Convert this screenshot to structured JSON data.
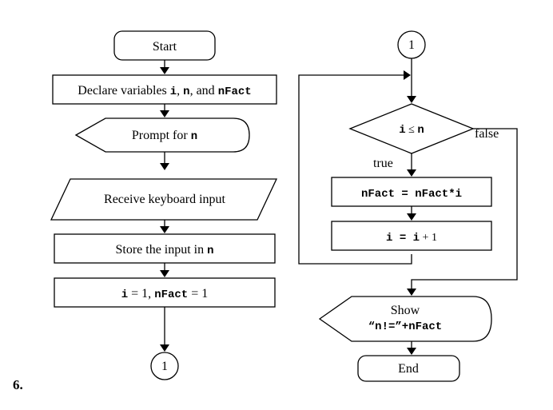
{
  "problem_number": "6.",
  "left": {
    "start": "Start",
    "declare": {
      "prefix": "Declare variables ",
      "v1": "i",
      "sep1": ", ",
      "v2": "n",
      "sep2": ",  and ",
      "v3": "nFact"
    },
    "prompt": {
      "prefix": "Prompt for ",
      "var": "n"
    },
    "receive": "Receive keyboard input",
    "store": {
      "prefix": "Store the input in ",
      "var": "n"
    },
    "init": {
      "v1": "i",
      "eq1": " = 1, ",
      "v2": "nFact",
      "eq2": " = 1"
    },
    "connector": "1"
  },
  "right": {
    "connector": "1",
    "decision": {
      "var1": "i",
      "op": " ≤ ",
      "var2": "n"
    },
    "true_label": "true",
    "false_label": "false",
    "calc": "nFact = nFact*i",
    "increment": {
      "v": "i",
      "rhs_var": " = i",
      "rhs": "  + 1"
    },
    "show": {
      "line1": "Show",
      "line2": "“n!=”+nFact"
    },
    "end": "End"
  }
}
